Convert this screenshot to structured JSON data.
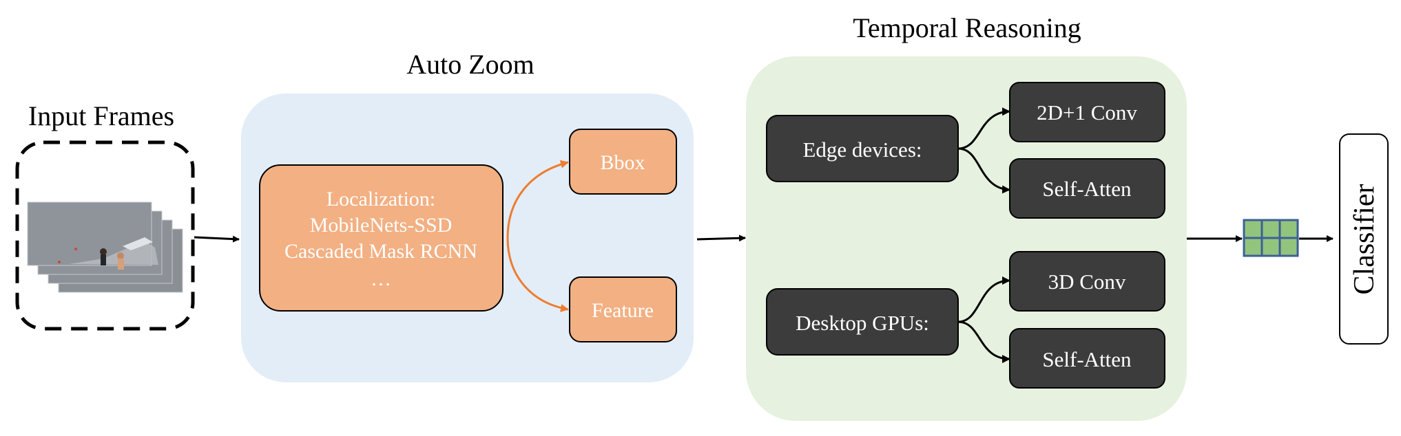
{
  "input_frames": {
    "label": "Input Frames"
  },
  "auto_zoom": {
    "title": "Auto Zoom",
    "localization_lines": [
      "Localization:",
      "MobileNets-SSD",
      "Cascaded Mask RCNN",
      "…"
    ],
    "outputs": [
      "Bbox",
      "Feature"
    ]
  },
  "temporal_reasoning": {
    "title": "Temporal Reasoning",
    "groups": [
      {
        "label": "Edge devices:",
        "options": [
          "2D+1 Conv",
          "Self-Atten"
        ]
      },
      {
        "label": "Desktop GPUs:",
        "options": [
          "3D Conv",
          "Self-Atten"
        ]
      }
    ]
  },
  "classifier": {
    "label": "Classifier"
  },
  "colors": {
    "auto_zoom_bg": "#e3edf7",
    "temporal_bg": "#e6f1df",
    "orange_box": "#f2b083",
    "orange_arrow": "#ed7d31",
    "dark_box": "#3c3c3c",
    "feature_cell": "#92c47d",
    "feature_border": "#3d5f96"
  }
}
